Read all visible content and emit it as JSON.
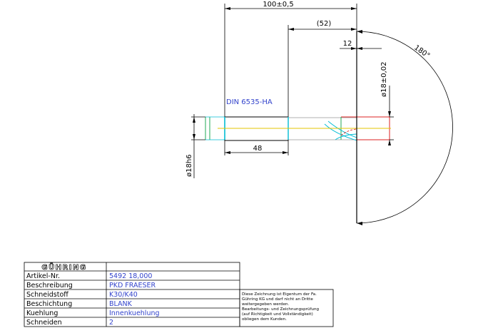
{
  "dimensions": {
    "total_length": "100±0,5",
    "flute_length": "(52)",
    "tip_length": "12",
    "shank_length": "48",
    "angle": "180°",
    "head_diameter": "ø18±0,02",
    "shank_diameter": "ø18h6"
  },
  "part_label": "DIN 6535-HA",
  "title_block": {
    "company": "GÜHRING",
    "rows": [
      {
        "label": "Artikel-Nr.",
        "value": "5492 18,000"
      },
      {
        "label": "Beschreibung",
        "value": "PKD FRAESER"
      },
      {
        "label": "Schneidstoff",
        "value": "K30/K40"
      },
      {
        "label": "Beschichtung",
        "value": "BLANK"
      },
      {
        "label": "Kuehlung",
        "value": "Innenkuehlung"
      },
      {
        "label": "Schneiden",
        "value": "2"
      }
    ],
    "notice_lines": [
      "Diese Zeichnung ist Eigentum der Fa.",
      "Gühring KG und darf nicht an Dritte",
      "weitergegeben werden.",
      "Bearbeitungs- und Zeichnungsprüfung",
      "(auf Richtigkeit und Vollständigkeit)",
      "obliegen dem Kunden."
    ]
  }
}
